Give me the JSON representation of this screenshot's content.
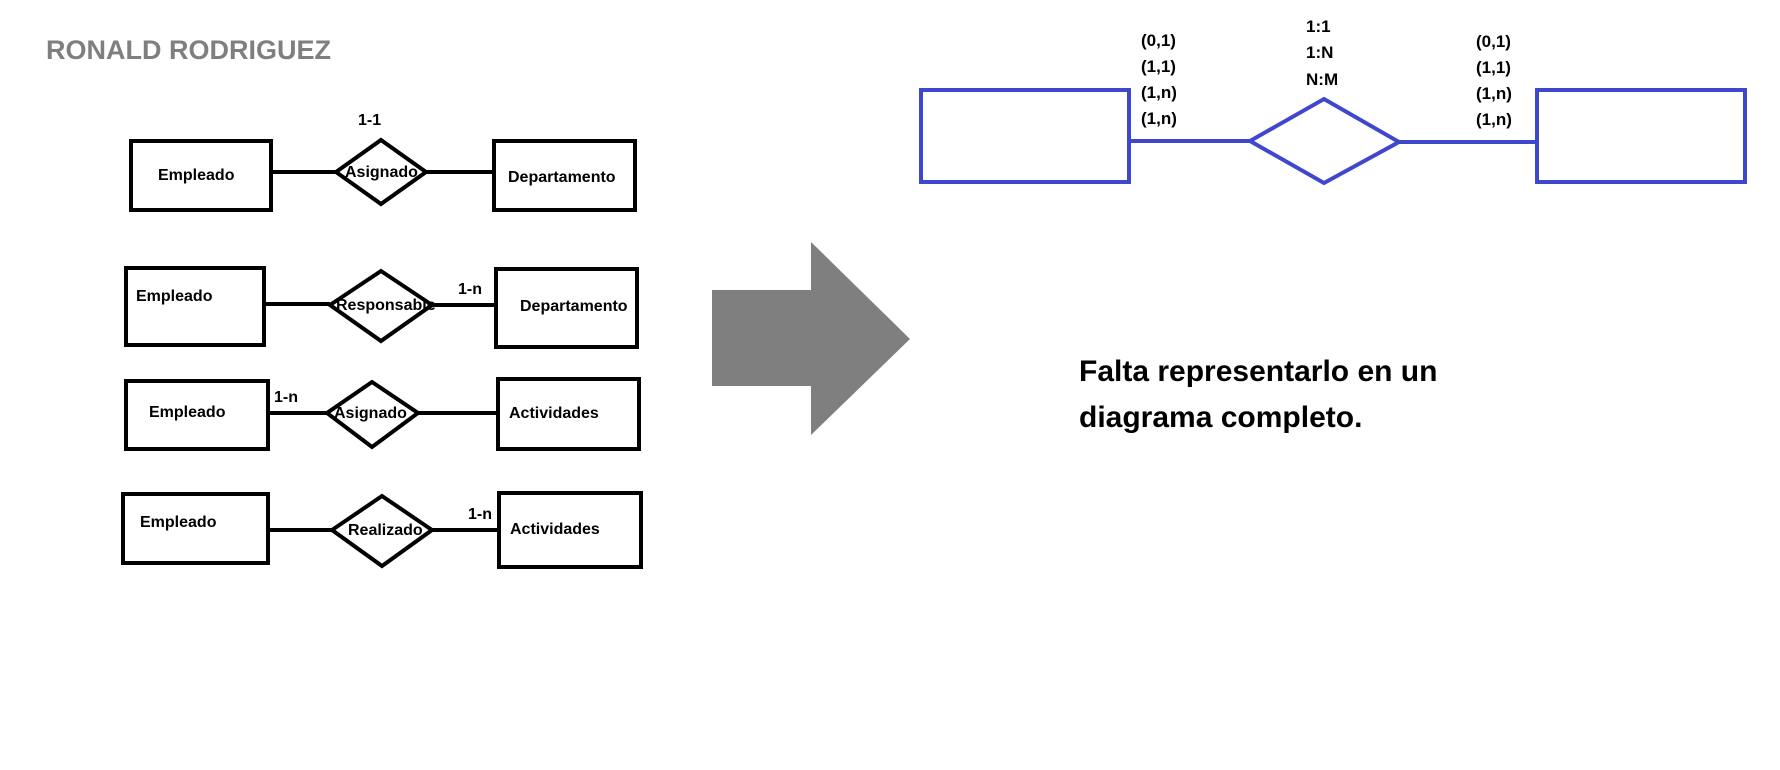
{
  "author": "RONALD RODRIGUEZ",
  "diagrams": [
    {
      "top_label": "1-1",
      "left_entity": "Empleado",
      "relationship": "Asignado",
      "right_entity": "Departamento",
      "cardinality": ""
    },
    {
      "top_label": "",
      "left_entity": "Empleado",
      "relationship": "Responsable",
      "right_entity": "Departamento",
      "cardinality": "1-n"
    },
    {
      "top_label": "",
      "left_entity": "Empleado",
      "relationship": "Asignado",
      "right_entity": "Actividades",
      "cardinality": "1-n"
    },
    {
      "top_label": "",
      "left_entity": "Empleado",
      "relationship": "Realizado",
      "right_entity": "Actividades",
      "cardinality": "1-n"
    }
  ],
  "template": {
    "left_participation": [
      "(0,1)",
      "(1,1)",
      "(1,n)",
      "(1,n)"
    ],
    "relationship_types": [
      "1:1",
      "1:N",
      "N:M"
    ],
    "right_participation": [
      "(0,1)",
      "(1,1)",
      "(1,n)",
      "(1,n)"
    ]
  },
  "note": {
    "line1": "Falta representarlo en un",
    "line2": "diagrama completo."
  },
  "colors": {
    "ink": "#000000",
    "template_stroke": "#3f48cc",
    "arrow_fill": "#7f7f7f",
    "author_text": "#7f7f7f"
  }
}
